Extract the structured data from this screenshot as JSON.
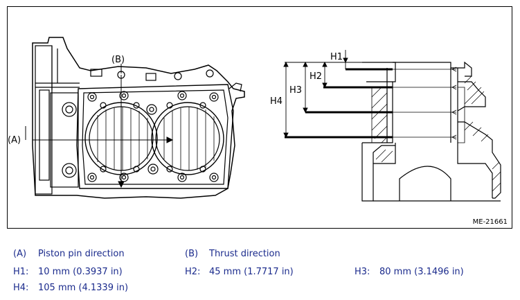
{
  "figure": {
    "callout_a": "(A)",
    "callout_b": "(B)",
    "h1": "H1",
    "h2": "H2",
    "h3": "H3",
    "h4": "H4",
    "ref_code": "ME-21661"
  },
  "legend": {
    "a_key": "(A)",
    "a_text": "Piston pin direction",
    "b_key": "(B)",
    "b_text": "Thrust direction",
    "h1_key": "H1:",
    "h1_text": "10 mm (0.3937 in)",
    "h2_key": "H2:",
    "h2_text": "45 mm (1.7717 in)",
    "h3_key": "H3:",
    "h3_text": "80 mm (3.1496 in)",
    "h4_key": "H4:",
    "h4_text": "105 mm (4.1339 in)"
  },
  "colors": {
    "legend_text": "#1a2a8c",
    "line": "#000000"
  }
}
